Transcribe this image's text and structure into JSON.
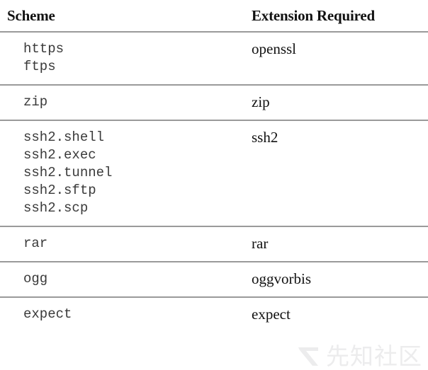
{
  "table": {
    "headers": {
      "scheme": "Scheme",
      "extension": "Extension Required"
    },
    "rows": [
      {
        "schemes": [
          "https",
          "ftps"
        ],
        "extension": "openssl"
      },
      {
        "schemes": [
          "zip"
        ],
        "extension": "zip"
      },
      {
        "schemes": [
          "ssh2.shell",
          "ssh2.exec",
          "ssh2.tunnel",
          "ssh2.sftp",
          "ssh2.scp"
        ],
        "extension": "ssh2"
      },
      {
        "schemes": [
          "rar"
        ],
        "extension": "rar"
      },
      {
        "schemes": [
          "ogg"
        ],
        "extension": "oggvorbis"
      },
      {
        "schemes": [
          "expect"
        ],
        "extension": "expect"
      }
    ]
  },
  "watermark": {
    "text": "先知社区",
    "mark_icon": "xianzhi-logo-icon",
    "color": "#ececed"
  },
  "colors": {
    "rule": "#9a9a9a",
    "scheme_text": "#3a3a3a",
    "extension_text": "#111111",
    "background": "#ffffff"
  }
}
